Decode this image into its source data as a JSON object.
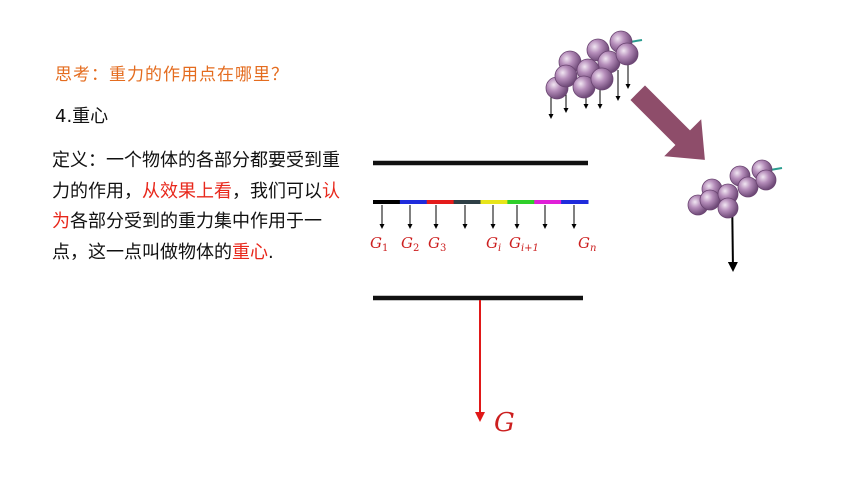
{
  "question": "思考：重力的作用点在哪里？",
  "heading": "4.重心",
  "definition": {
    "part1": "定义：一个物体的各部分都要受到重力的作用，",
    "highlight1": "从效果上看",
    "part2": "，我们可以",
    "highlight2": "认为",
    "part3": "各部分受到的重力集中作用于一点，这一点叫做物体的",
    "highlight3": "重心",
    "part4": "."
  },
  "diagram": {
    "segment_colors": [
      "#000000",
      "#1f2bdc",
      "#e41b1b",
      "#2e3f46",
      "#e8e51a",
      "#2fcf2a",
      "#e01fd8",
      "#1f2bdc"
    ],
    "force_labels": [
      {
        "base": "G",
        "sub": "1"
      },
      {
        "base": "G",
        "sub": "2"
      },
      {
        "base": "G",
        "sub": "3"
      },
      {
        "base": "G",
        "sub": "i"
      },
      {
        "base": "G",
        "sub": "i+1"
      },
      {
        "base": "G",
        "sub": "n"
      }
    ],
    "resultant_label": "G",
    "colors": {
      "resultant": "#e01818",
      "molecule": "#9e78a6",
      "big_arrow": "#8e4d6a"
    }
  }
}
